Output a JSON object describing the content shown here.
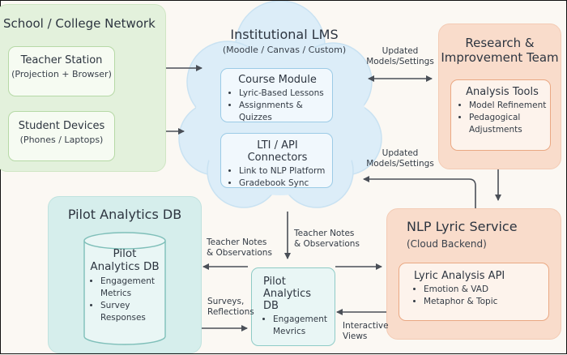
{
  "school_network": {
    "title": "School / College Network",
    "teacher_station": {
      "title": "Teacher Station",
      "subtitle": "(Projection + Browser)"
    },
    "student_devices": {
      "title": "Student Devices",
      "subtitle": "(Phones / Laptops)"
    }
  },
  "lms": {
    "title": "Institutional LMS",
    "subtitle": "(Moodle / Canvas / Custom)",
    "course_module": {
      "title": "Course Module",
      "items": [
        "Lyric-Based Lessons",
        "Assignments & Quizzes"
      ]
    },
    "connectors": {
      "title": "LTI / API Connectors",
      "items": [
        "Link to NLP Platform",
        "Gradebook Sync"
      ]
    }
  },
  "research": {
    "title_line1": "Research &",
    "title_line2": "Improvement Team",
    "analysis_tools": {
      "title": "Analysis Tools",
      "items": [
        "Model Refinement",
        "Pedagogical",
        "Adjustments"
      ]
    }
  },
  "pilot_db_zone": {
    "title": "Pilot Analytics DB",
    "cylinder": {
      "title_line1": "Pilot",
      "title_line2": "Analytics DB",
      "items": [
        "Engagement",
        "Metrics",
        "Survey",
        "Responses"
      ]
    }
  },
  "pilot_db_card": {
    "title_line1": "Pilot Analytics",
    "title_line2": "DB",
    "items": [
      "Engagement",
      "Mevrics"
    ]
  },
  "nlp_service": {
    "title": "NLP Lyric Service",
    "subtitle": "(Cloud Backend)",
    "api": {
      "title": "Lyric Analysis API",
      "items": [
        "Emotion & VAD",
        "Metaphor & Topic"
      ]
    }
  },
  "edge_labels": {
    "updated_top_1": "Updated",
    "updated_top_2": "Models/Settings",
    "updated_mid_1": "Updated",
    "updated_mid_2": "Models/Settings",
    "notes_left_1": "Teacher Notes",
    "notes_left_2": "& Observations",
    "notes_center_1": "Teacher Notes",
    "notes_center_2": "& Observations",
    "surveys_1": "Surveys,",
    "surveys_2": "Reflections",
    "interactive_1": "Interactive",
    "interactive_2": "Views"
  },
  "colors": {
    "green_zone": "#e3f1dc",
    "cloud": "#dcedf8",
    "peach_zone": "#f9dccb",
    "teal_zone": "#d6eeec",
    "arrow": "#4a4f57"
  }
}
